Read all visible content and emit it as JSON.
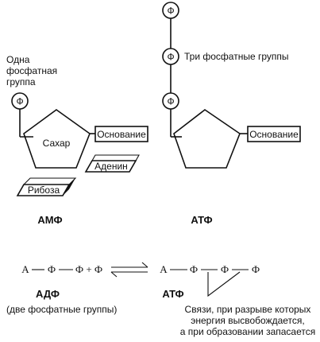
{
  "amp": {
    "phosphate_label_lines": [
      "Одна",
      "фосфатная",
      "группа"
    ],
    "phosphate_symbol": "Ф",
    "sugar_label": "Сахар",
    "base_label": "Основание",
    "adenine_label": "Аденин",
    "ribose_label": "Рибоза",
    "caption": "АМФ"
  },
  "atp": {
    "phosphate_symbols": [
      "Ф",
      "Ф",
      "Ф"
    ],
    "three_phosphates_label": "Три фосфатные группы",
    "base_label": "Основание",
    "caption": "АТФ"
  },
  "reaction": {
    "left_A": "А",
    "left_phi1": "Ф",
    "left_phi2": "Ф",
    "plus": "+",
    "left_phi3": "Ф",
    "right_A": "А",
    "right_phi1": "Ф",
    "right_phi2": "Ф",
    "right_phi3": "Ф",
    "adp_caption": "АДФ",
    "adp_note": "(две фосфатные группы)",
    "atp_caption": "АТФ",
    "bond_note_lines": [
      "Связи, при разрыве которых",
      "энергия высвобождается,",
      "а при образовании запасается"
    ]
  }
}
